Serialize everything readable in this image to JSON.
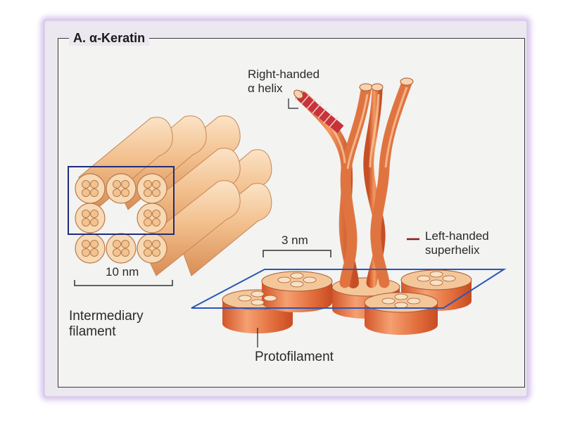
{
  "title": "A. α-Keratin",
  "labels": {
    "right_handed_line1": "Right-handed",
    "right_handed_line2": "α helix",
    "left_handed_line1": "Left-handed",
    "left_handed_line2": "superhelix",
    "three_nm": "3 nm",
    "ten_nm": "10 nm",
    "intermediary_line1": "Intermediary",
    "intermediary_line2": "filament",
    "protofilament": "Protofilament"
  },
  "colors": {
    "outer_glow": "#d7c4ec",
    "panel_bg": "#f3f3f1",
    "filament_body": "#f2c090",
    "filament_end": "#f6d6b0",
    "protofilament_side": "#e2713f",
    "plane_blue": "#2a56b8",
    "box_navy": "#1f2d7a",
    "marker_red": "#8b1a1a"
  }
}
